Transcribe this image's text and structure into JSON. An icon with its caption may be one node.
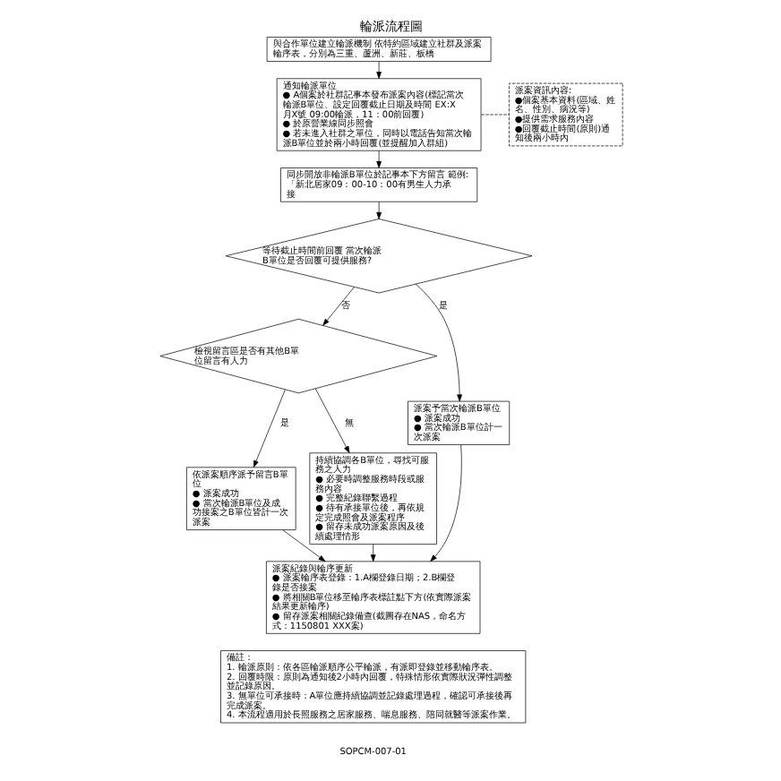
{
  "diagram": {
    "title": "輪派流程圖",
    "nodes": [
      {
        "text": [
          "與合作單位建立輪派機制 依特約區域建立社群及派案輪序表，分別為三重、蘆洲、新莊、板橋"
        ]
      },
      {
        "text": [
          "通知輪派單位",
          "● A個案於社群記事本發布派案內容(標記當次輪派B單位、設定回覆截止日期及時間 EX:X月X號 09:00輪派，11：00前回覆)",
          "● 於原營業線同步照會",
          "● 若未進入社群之單位，同時以電話告知當次輪派B單位並於兩小時回覆(並提醒加入群組)"
        ]
      },
      {
        "text": [
          "派案資訊內容:",
          "●個案基本資料(區域、姓名、性別、病況等)",
          "●提供需求服務內容",
          "●回覆截止時間(原則)通知後兩小時內"
        ]
      },
      {
        "text": [
          "同步開放非輪派B單位於記事本下方留言 範例:「新北居家09：00-10：00有男生人力承接"
        ]
      },
      {
        "text": [
          "等待截止時間前回覆 當次輪派B單位是否回覆可提供服務?"
        ]
      },
      {
        "text": [
          "檢視留言區是否有其他B單位留言有人力"
        ]
      },
      {
        "text": [
          "派案予當次輪派B單位",
          "● 派案成功",
          "● 當次輪派B單位計一次派案"
        ]
      },
      {
        "text": [
          "依派案順序派予留言B單位",
          "● 派案成功",
          "● 當次輪派B單位及成功接案之B單位皆計一次派案"
        ]
      },
      {
        "text": [
          "持續協調各B單位，尋找可服務之人力",
          "● 必要時調整服務時段或服務內容",
          "● 完整紀錄聯繫過程",
          "● 待有承接單位後，再依規定完成照會及派案程序",
          "● 留存未成功派案原因及後續處理情形"
        ]
      },
      {
        "text": [
          "派案紀錄與輪序更新",
          "● 派案輪序表登錄：1.A欄登錄日期；2.B欄登錄是否接案",
          "● 將相關B單位移至輪序表標註點下方(依實際派案結果更新輪序)",
          "● 留存派案相關紀錄備查(截圖存在NAS，命名方式：1150801 XXX案)"
        ]
      },
      {
        "text": [
          "備註：",
          "1. 輪派原則：依各區輪派順序公平輪派，有派即登錄並移動輪序表。",
          "2. 回覆時限：原則為通知後2小時內回覆，特殊情形依實際狀況彈性調整並記錄原因。",
          "3. 無單位可承接時：A單位應持續協調並記錄處理過程，確認可承接後再完成派案。",
          "4. 本流程適用於長照服務之居家服務、喘息服務、陪同就醫等派案作業。"
        ]
      }
    ],
    "edges": [
      {
        "from": 0,
        "to": 1,
        "arrow": "to"
      },
      {
        "from": 1,
        "to": 2,
        "arrow": "none",
        "style": "dashed"
      },
      {
        "from": 1,
        "to": 3,
        "arrow": "to"
      },
      {
        "from": 3,
        "to": 4,
        "arrow": "to"
      },
      {
        "from": 4,
        "to": 6,
        "arrow": "to",
        "label": "是"
      },
      {
        "from": 4,
        "to": 5,
        "arrow": "to",
        "label": "否"
      },
      {
        "from": 5,
        "to": 7,
        "arrow": "to",
        "label": "是"
      },
      {
        "from": 5,
        "to": 8,
        "arrow": "to",
        "label": "無"
      },
      {
        "from": 6,
        "to": 9,
        "arrow": "to"
      },
      {
        "from": 7,
        "to": 9,
        "arrow": "to"
      },
      {
        "from": 8,
        "to": 9,
        "arrow": "to"
      }
    ],
    "labels": [
      "SOPCM-007-01"
    ]
  }
}
